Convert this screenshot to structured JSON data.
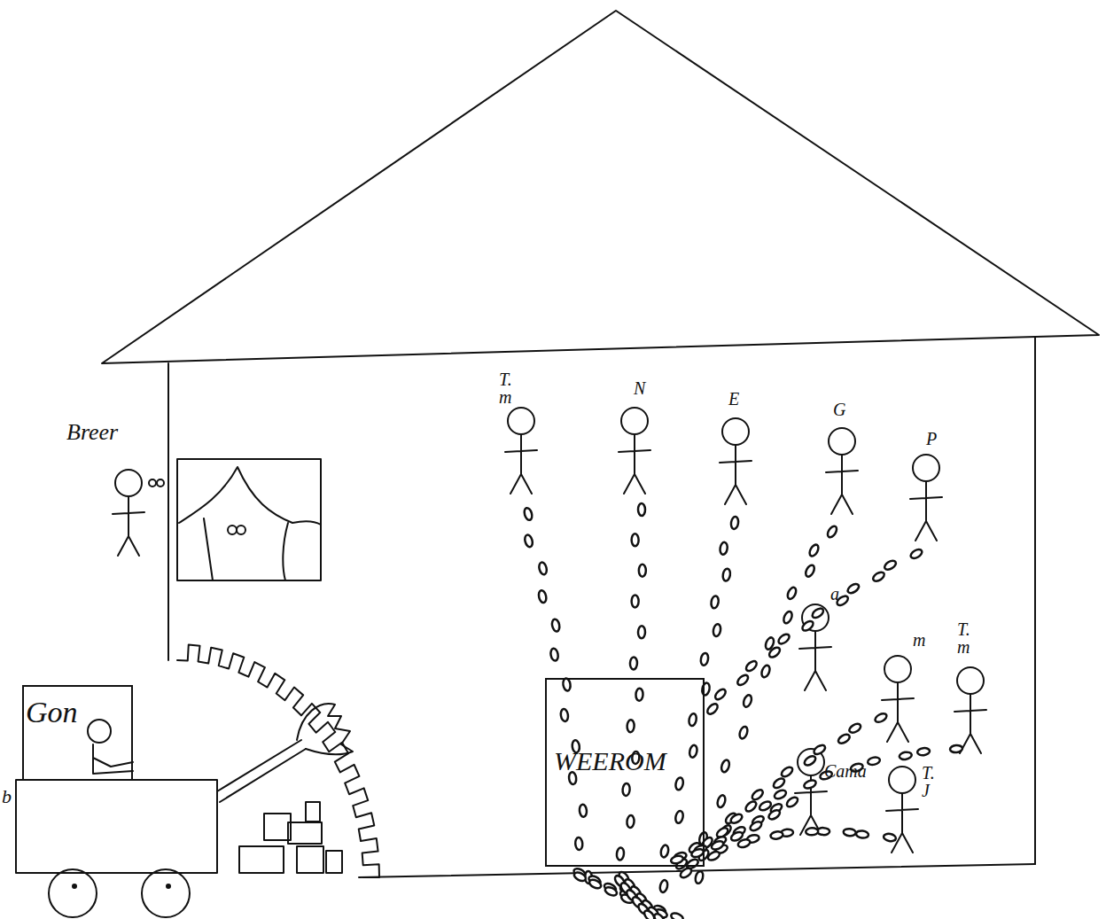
{
  "diagram": {
    "nodes": [
      {
        "text": [
          "Gon"
        ]
      },
      {
        "text": [
          "WEEROM"
        ]
      }
    ],
    "labels": [
      "Breer",
      "T. m",
      "N",
      "E",
      "G",
      "P",
      "a",
      "m",
      "T. m",
      "Cama",
      "T. J",
      "b"
    ]
  }
}
